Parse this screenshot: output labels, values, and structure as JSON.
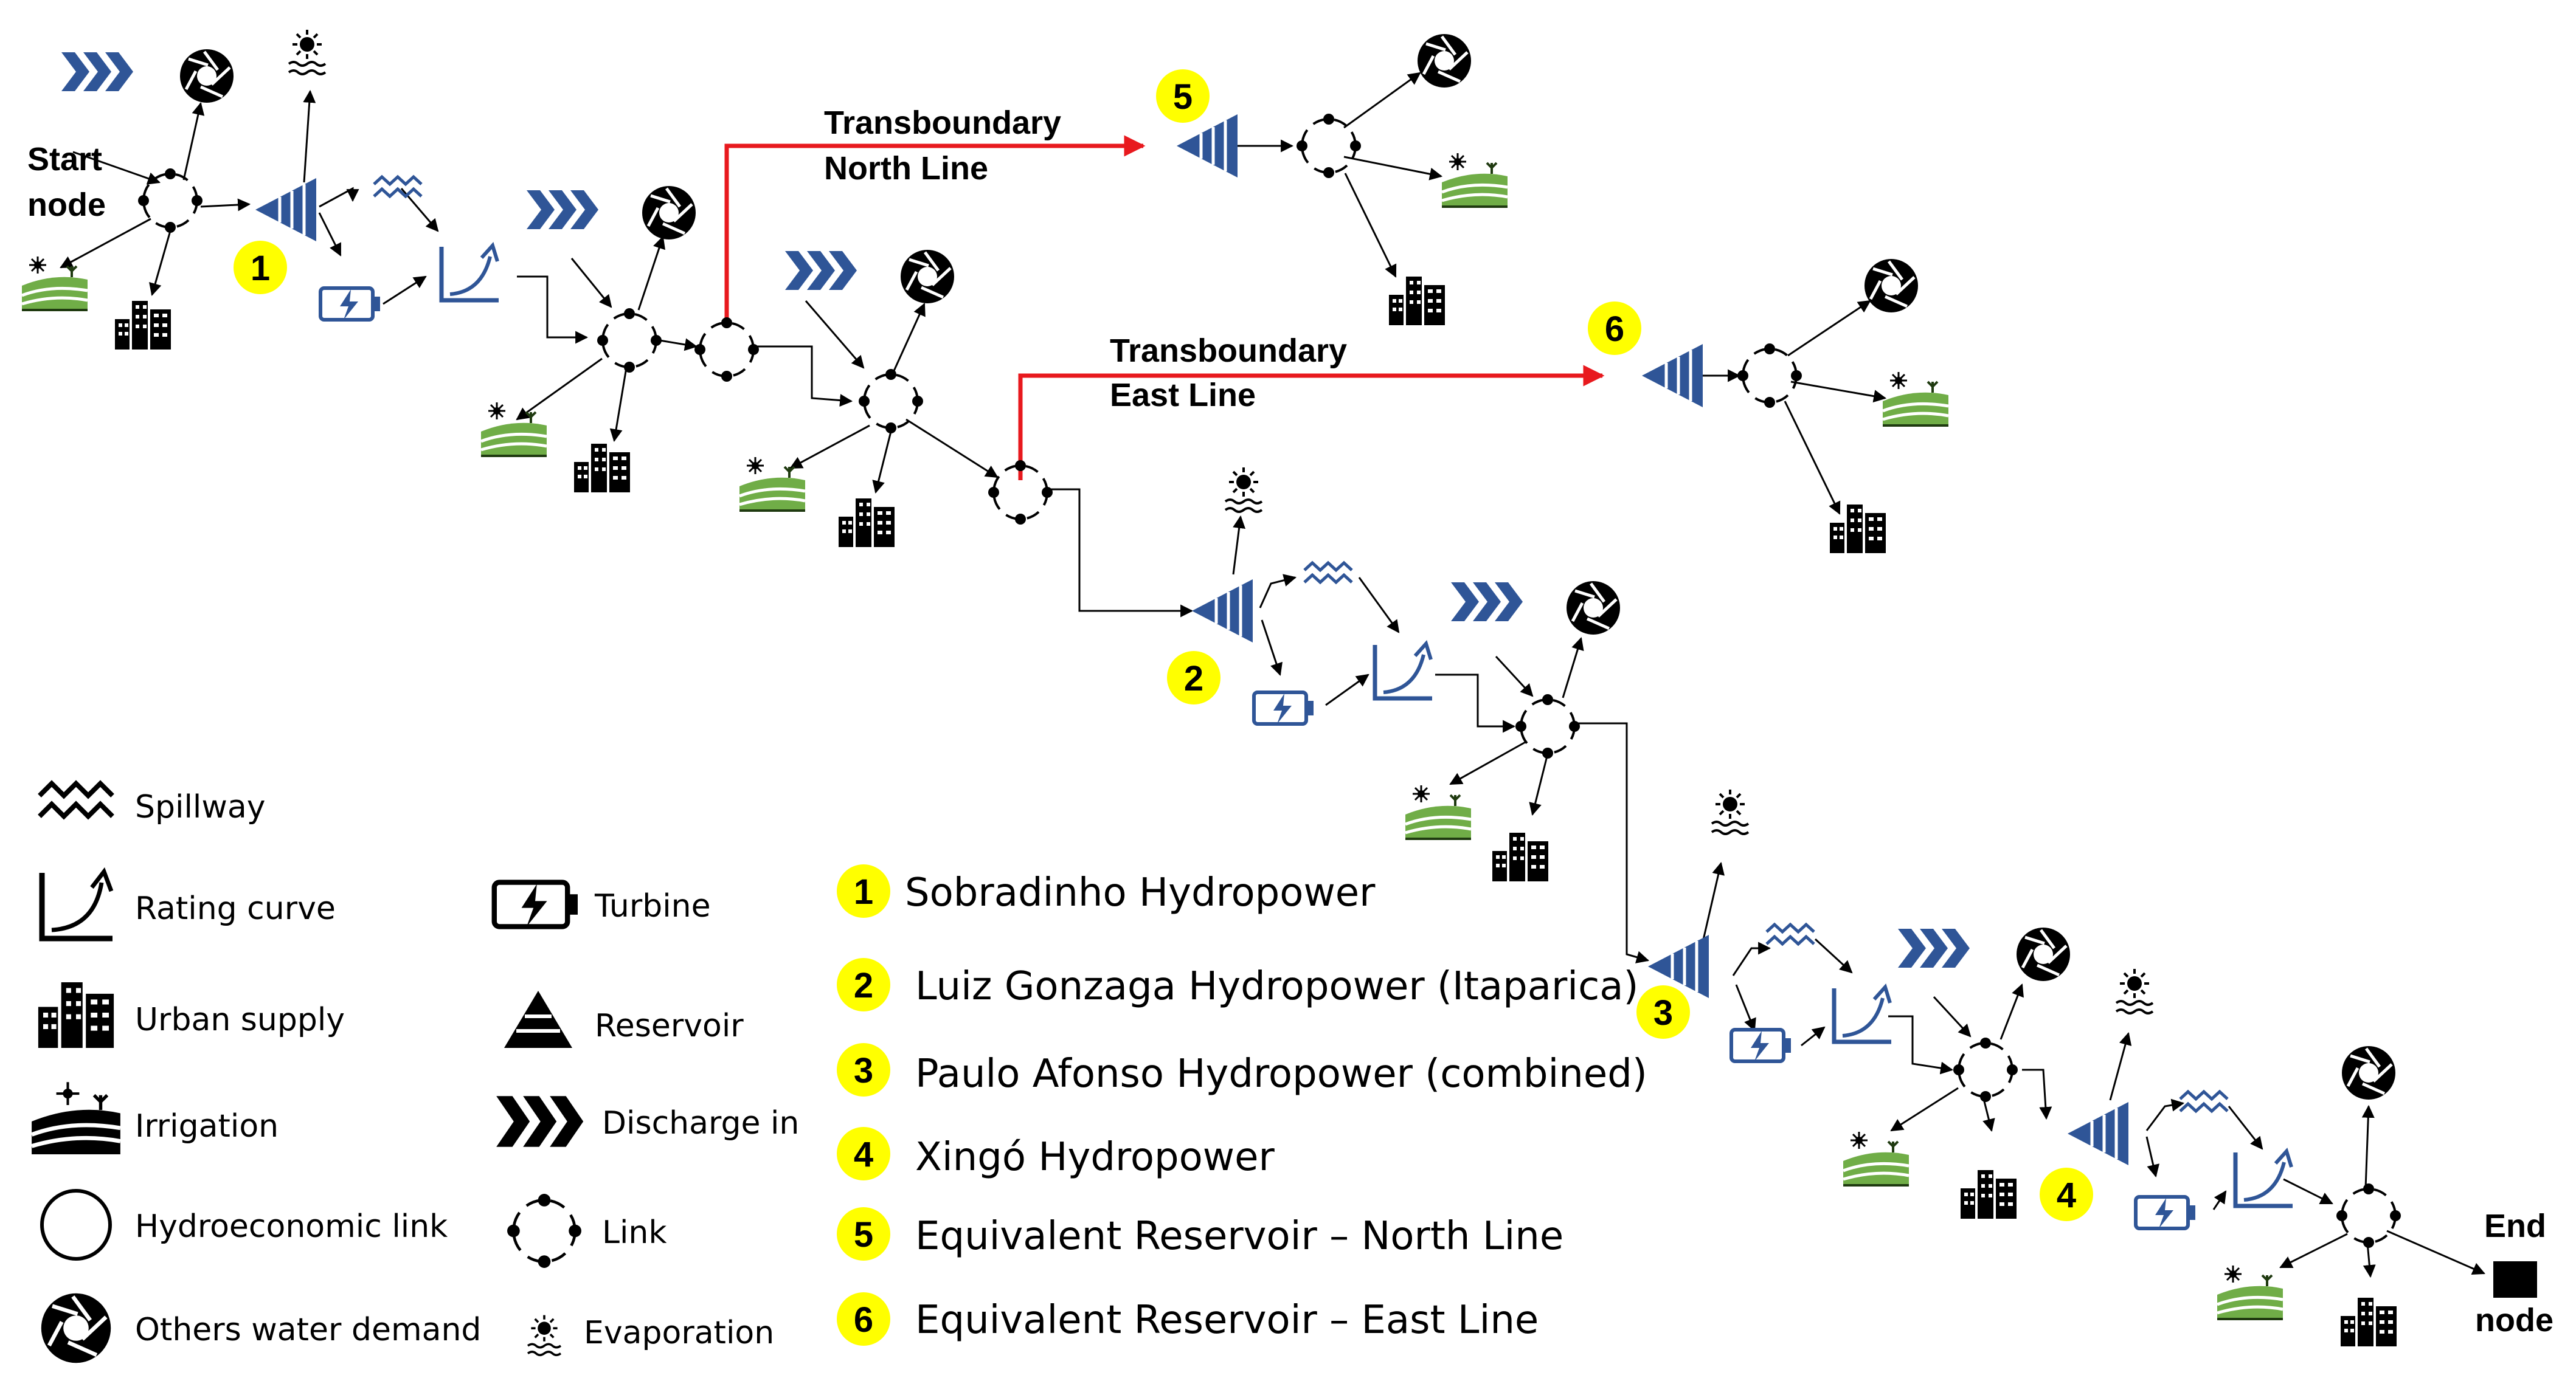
{
  "labels": {
    "start": [
      "Start",
      "node"
    ],
    "end": [
      "End",
      "node"
    ],
    "north_line": [
      "Transboundary",
      "North Line"
    ],
    "east_line": [
      "Transboundary",
      "East Line"
    ]
  },
  "legend": {
    "spillway": "Spillway",
    "rating_curve": "Rating curve",
    "urban_supply": "Urban supply",
    "irrigation": "Irrigation",
    "hydroeconomic_link": "Hydroeconomic link",
    "others_water_demand": "Others water demand",
    "turbine": "Turbine",
    "reservoir": "Reservoir",
    "discharge_in": "Discharge in",
    "link": "Link",
    "evaporation": "Evaporation"
  },
  "plants": [
    {
      "num": "1",
      "name": "Sobradinho Hydropower"
    },
    {
      "num": "2",
      "name": "Luiz Gonzaga Hydropower (Itaparica)"
    },
    {
      "num": "3",
      "name": "Paulo Afonso Hydropower (combined)"
    },
    {
      "num": "4",
      "name": "Xingó Hydropower"
    },
    {
      "num": "5",
      "name": "Equivalent Reservoir – North Line"
    },
    {
      "num": "6",
      "name": "Equivalent Reservoir – East Line"
    }
  ],
  "colors": {
    "transboundary_line": "#e8191e",
    "badge": "#ffff00",
    "reservoir_blue": "#2f5597",
    "irrigation_green": "#70ad47"
  }
}
